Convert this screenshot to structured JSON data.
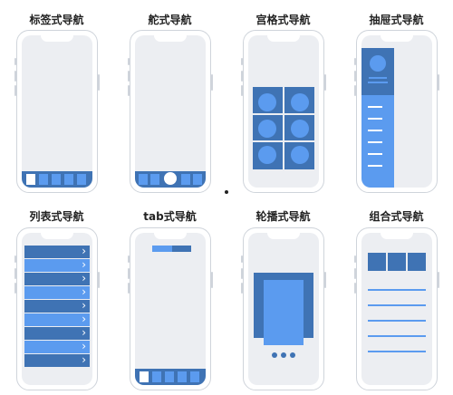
{
  "panels": [
    {
      "label": "标签式导航"
    },
    {
      "label": "舵式导航"
    },
    {
      "label": "宫格式导航"
    },
    {
      "label": "抽屉式导航"
    },
    {
      "label": "列表式导航"
    },
    {
      "label": "tab式导航"
    },
    {
      "label": "轮播式导航"
    },
    {
      "label": "组合式导航"
    }
  ],
  "list_arrow": "›",
  "colors": {
    "dark_blue": "#3f73b4",
    "light_blue": "#5b9bef",
    "screen_gray": "#eceef2",
    "frame_gray": "#cfd4db"
  }
}
